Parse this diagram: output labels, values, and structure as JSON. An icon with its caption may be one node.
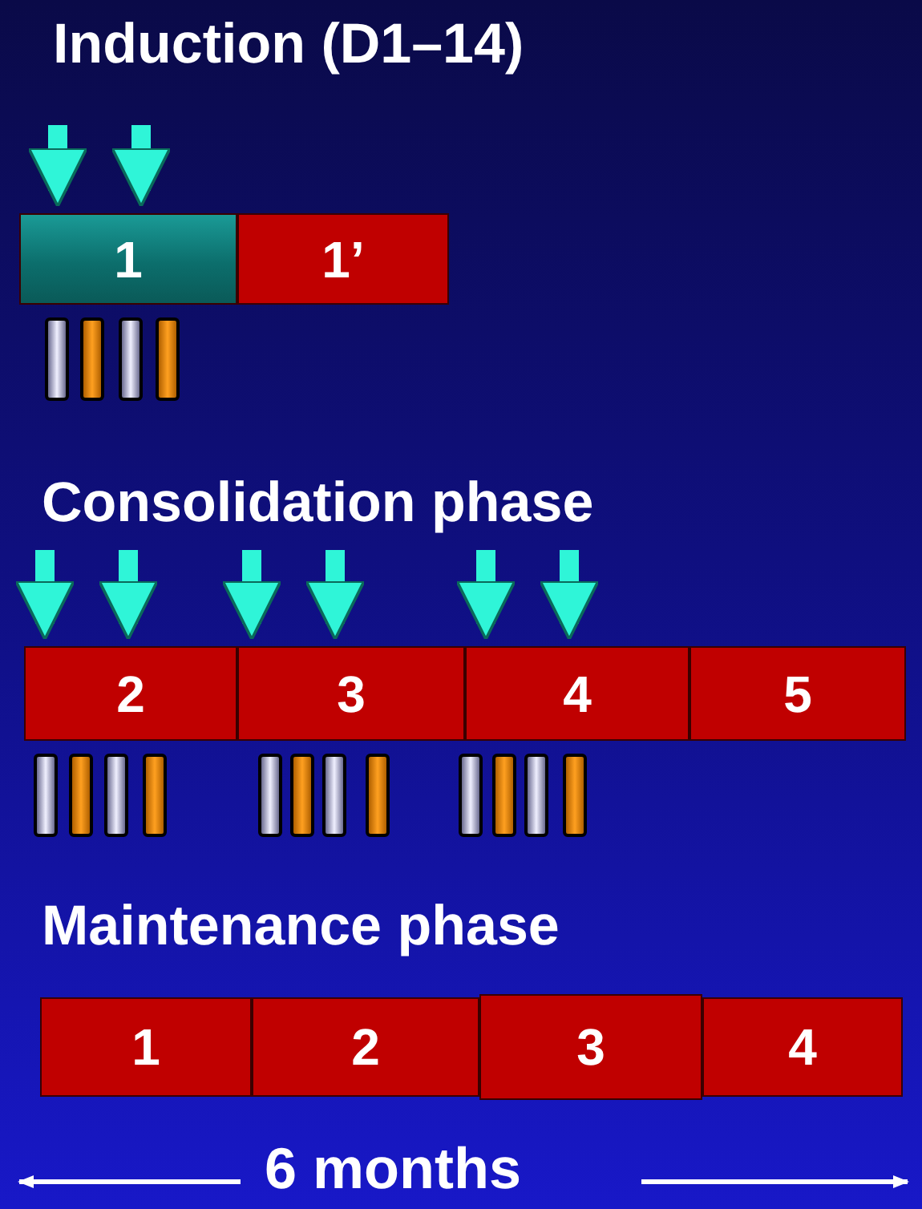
{
  "diagram": {
    "title": "Induction (D1–14)",
    "nodes": [
      {
        "text": [
          "1"
        ]
      },
      {
        "text": [
          "1’"
        ]
      },
      {
        "text": [
          "2"
        ]
      },
      {
        "text": [
          "3"
        ]
      },
      {
        "text": [
          "4"
        ]
      },
      {
        "text": [
          "5"
        ]
      },
      {
        "text": [
          "1"
        ]
      },
      {
        "text": [
          "2"
        ]
      },
      {
        "text": [
          "3"
        ]
      },
      {
        "text": [
          "4"
        ]
      }
    ],
    "edges": [
      {
        "from": null,
        "to": 0,
        "arrow": "to"
      },
      {
        "from": null,
        "to": 0,
        "arrow": "to"
      },
      {
        "from": null,
        "to": 2,
        "arrow": "to"
      },
      {
        "from": null,
        "to": 2,
        "arrow": "to"
      },
      {
        "from": null,
        "to": 3,
        "arrow": "to"
      },
      {
        "from": null,
        "to": 3,
        "arrow": "to"
      },
      {
        "from": null,
        "to": 4,
        "arrow": "to"
      },
      {
        "from": null,
        "to": 4,
        "arrow": "to"
      }
    ],
    "labels": [
      "Consolidation phase",
      "Maintenance phase",
      "6 months"
    ]
  }
}
